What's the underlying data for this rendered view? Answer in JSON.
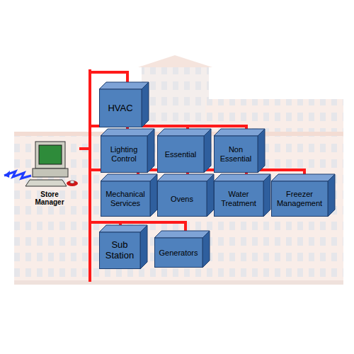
{
  "diagram": {
    "nodes": [
      {
        "text": [
          "Store Manager"
        ]
      },
      {
        "text": [
          "HVAC"
        ]
      },
      {
        "text": [
          "Lighting Control"
        ]
      },
      {
        "text": [
          "Essential"
        ]
      },
      {
        "text": [
          "Non Essential"
        ]
      },
      {
        "text": [
          "Mechanical Services"
        ]
      },
      {
        "text": [
          "Ovens"
        ]
      },
      {
        "text": [
          "Water Treatment"
        ]
      },
      {
        "text": [
          "Freezer Management"
        ]
      },
      {
        "text": [
          "Sub Station"
        ]
      },
      {
        "text": [
          "Generators"
        ]
      }
    ],
    "edges": [
      {
        "from": 0,
        "to": 1,
        "arrow": "none"
      },
      {
        "from": 0,
        "to": 2,
        "arrow": "none"
      },
      {
        "from": 0,
        "to": 3,
        "arrow": "none"
      },
      {
        "from": 0,
        "to": 4,
        "arrow": "none"
      },
      {
        "from": 0,
        "to": 5,
        "arrow": "none"
      },
      {
        "from": 0,
        "to": 6,
        "arrow": "none"
      },
      {
        "from": 0,
        "to": 7,
        "arrow": "none"
      },
      {
        "from": 0,
        "to": 8,
        "arrow": "none"
      },
      {
        "from": 0,
        "to": 9,
        "arrow": "none"
      },
      {
        "from": 0,
        "to": 10,
        "arrow": "none"
      }
    ]
  }
}
